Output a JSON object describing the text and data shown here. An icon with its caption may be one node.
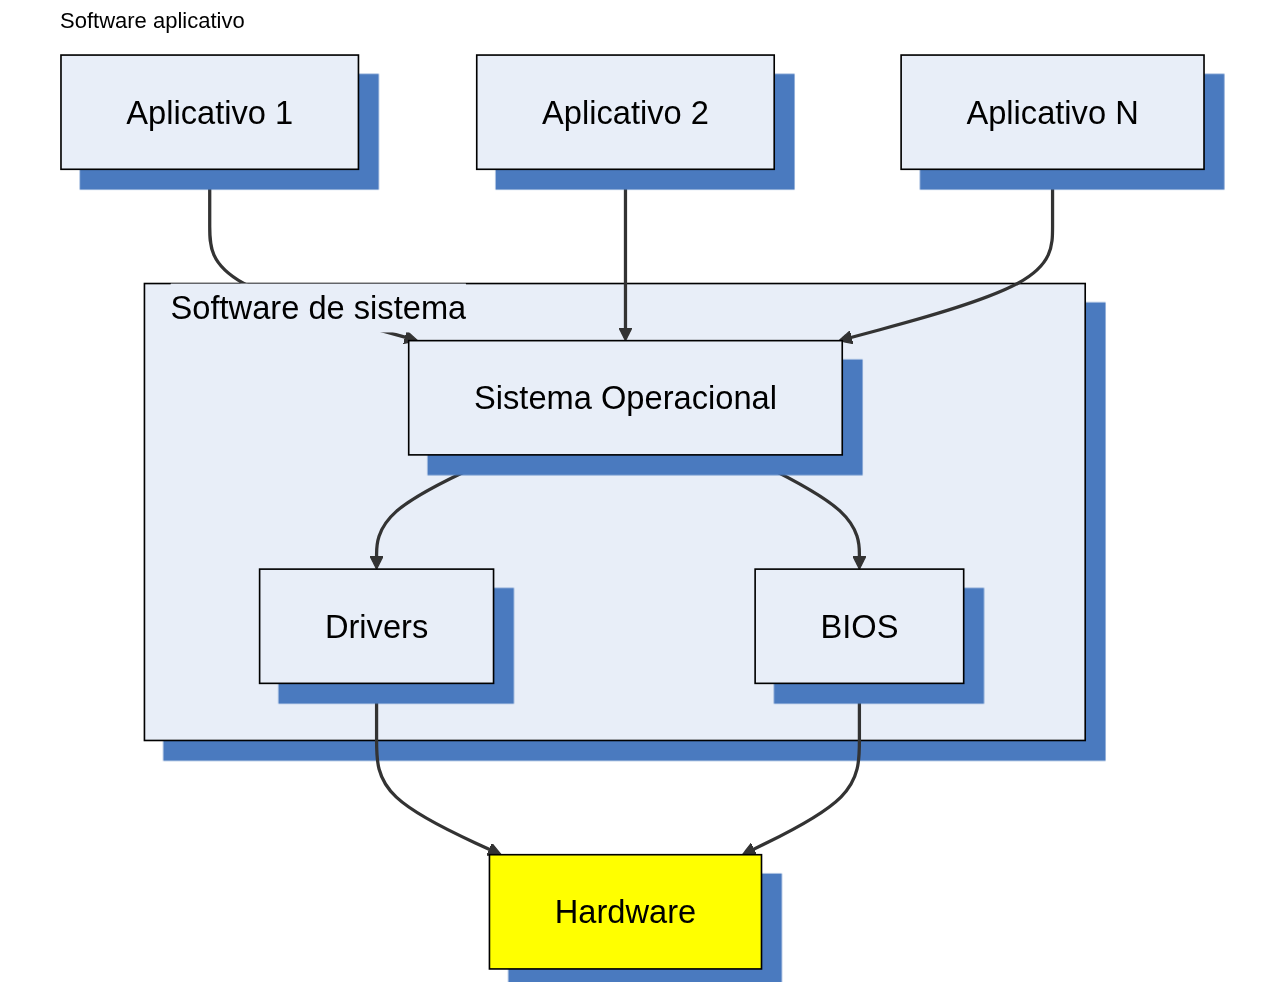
{
  "diagram": {
    "nodes": [
      {
        "text": [
          "Aplicativo 1"
        ]
      },
      {
        "text": [
          "Aplicativo 2"
        ]
      },
      {
        "text": [
          "Aplicativo N"
        ]
      },
      {
        "text": [
          "Software de sistema"
        ]
      },
      {
        "text": [
          "Sistema Operacional"
        ],
        "in": 3
      },
      {
        "text": [
          "Drivers"
        ],
        "in": 3
      },
      {
        "text": [
          "BIOS"
        ],
        "in": 3
      },
      {
        "text": [
          "Hardware"
        ]
      }
    ],
    "edges": [
      {
        "from": 0,
        "to": 4,
        "arrow": "to"
      },
      {
        "from": 1,
        "to": 4,
        "arrow": "to"
      },
      {
        "from": 2,
        "to": 4,
        "arrow": "to"
      },
      {
        "from": 4,
        "to": 5,
        "arrow": "both"
      },
      {
        "from": 4,
        "to": 6,
        "arrow": "to"
      },
      {
        "from": 5,
        "to": 7,
        "arrow": "to"
      },
      {
        "from": 6,
        "to": 7,
        "arrow": "to"
      }
    ],
    "labels": [
      "Software aplicativo"
    ]
  }
}
